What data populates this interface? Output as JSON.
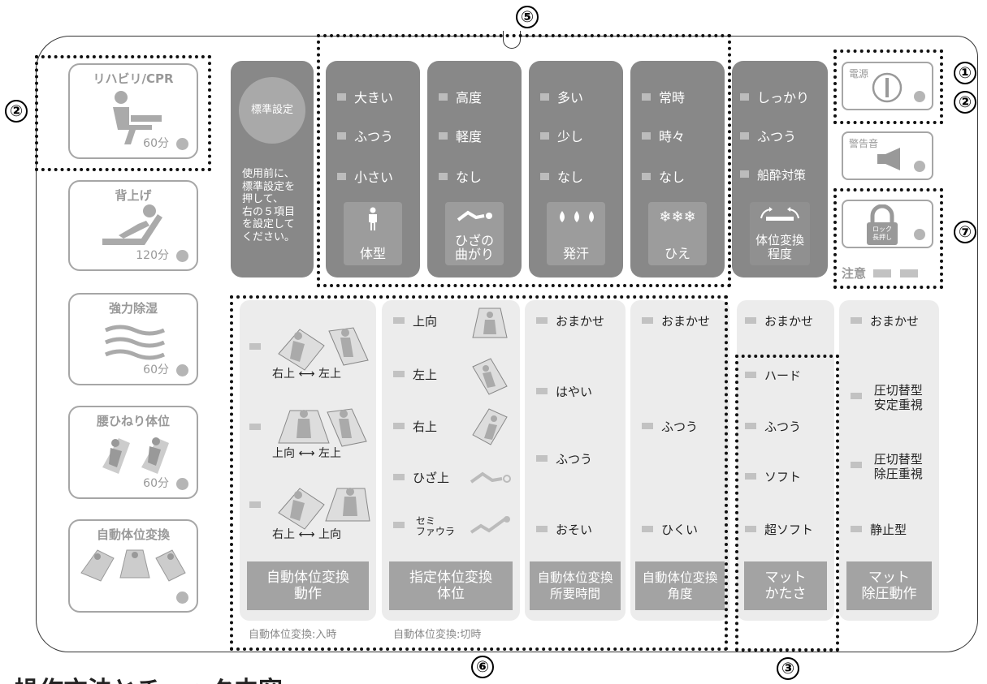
{
  "callouts": {
    "c1": "①",
    "c2a": "②",
    "c2b": "②",
    "c3": "③",
    "c5": "⑤",
    "c6": "⑥",
    "c7": "⑦"
  },
  "modes": [
    {
      "title": "リハビリ/CPR",
      "time": "60分"
    },
    {
      "title": "背上げ",
      "time": "120分"
    },
    {
      "title": "強力除湿",
      "time": "60分"
    },
    {
      "title": "腰ひねり体位",
      "time": "60分"
    },
    {
      "title": "自動体位変換",
      "time": ""
    }
  ],
  "standard": {
    "button": "標準設定",
    "text1": "使用前に、",
    "text2": "標準設定を",
    "text3": "押して、",
    "text4": "右の５項目",
    "text5": "を設定して",
    "text6": "ください。"
  },
  "setup_columns": [
    {
      "options": [
        "大きい",
        "ふつう",
        "小さい"
      ],
      "label1": "体型",
      "label2": "",
      "icon": "person-icon"
    },
    {
      "options": [
        "高度",
        "軽度",
        "なし"
      ],
      "label1": "ひざの",
      "label2": "曲がり",
      "icon": "knee-icon"
    },
    {
      "options": [
        "多い",
        "少し",
        "なし"
      ],
      "label1": "発汗",
      "label2": "",
      "icon": "sweat-icon"
    },
    {
      "options": [
        "常時",
        "時々",
        "なし"
      ],
      "label1": "ひえ",
      "label2": "",
      "icon": "snowflake-icon"
    },
    {
      "options": [
        "しっかり",
        "ふつう",
        "船酔対策"
      ],
      "label1": "体位変換",
      "label2": "程度",
      "icon": "turn-icon"
    }
  ],
  "controls": {
    "power": "電源",
    "alarm": "警告音",
    "lock1": "ロック",
    "lock2": "長押し",
    "caution": "注意"
  },
  "auto_turn_action": {
    "pairs": [
      {
        "left": "右上",
        "right": "左上"
      },
      {
        "left": "上向",
        "right": "左上"
      },
      {
        "left": "右上",
        "right": "上向"
      }
    ],
    "footer1": "自動体位変換",
    "footer2": "動作"
  },
  "designated_position": {
    "options": [
      "上向",
      "左上",
      "右上",
      "ひざ上"
    ],
    "semi1": "セミ",
    "semi2": "ファウラ",
    "footer1": "指定体位変換",
    "footer2": "体位"
  },
  "auto_turn_time": {
    "options": [
      "おまかせ",
      "はやい",
      "ふつう",
      "おそい"
    ],
    "footer1": "自動体位変換",
    "footer2": "所要時間"
  },
  "auto_turn_angle": {
    "options": [
      "おまかせ",
      "ふつう",
      "ひくい"
    ],
    "footer1": "自動体位変換",
    "footer2": "角度"
  },
  "mat_firmness": {
    "options": [
      "おまかせ",
      "ハード",
      "ふつう",
      "ソフト",
      "超ソフト"
    ],
    "footer1": "マット",
    "footer2": "かたさ"
  },
  "mat_pressure": {
    "opt1": "おまかせ",
    "opt2a": "圧切替型",
    "opt2b": "安定重視",
    "opt3a": "圧切替型",
    "opt3b": "除圧重視",
    "opt4": "静止型",
    "footer1": "マット",
    "footer2": "除圧動作"
  },
  "notes": {
    "on": "自動体位変換:入時",
    "off": "自動体位変換:切時"
  },
  "bottom_title": "操作方法とチェック内容"
}
